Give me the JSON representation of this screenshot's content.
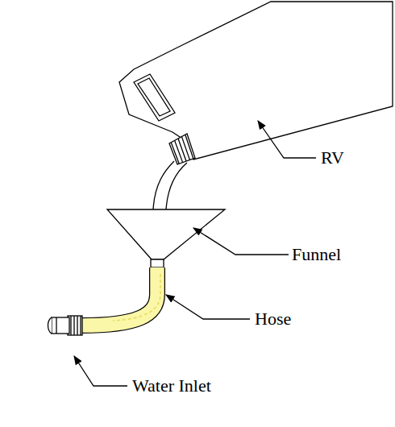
{
  "diagram": {
    "labels": [
      "RV",
      "Funnel",
      "Hose",
      "Water Inlet"
    ]
  }
}
